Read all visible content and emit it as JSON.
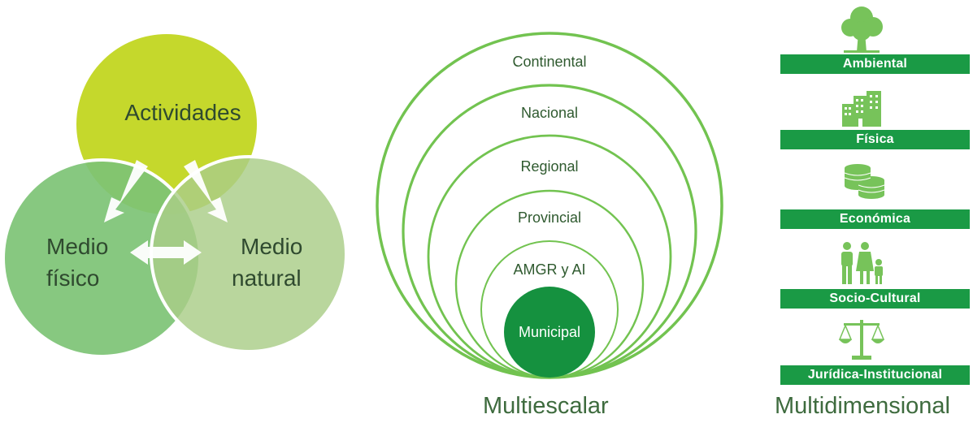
{
  "venn": {
    "activities": "Actividades",
    "physical_line1": "Medio",
    "physical_line2": "físico",
    "natural_line1": "Medio",
    "natural_line2": "natural"
  },
  "scales": {
    "levels": [
      "Continental",
      "Nacional",
      "Regional",
      "Provincial",
      "AMGR y AI",
      "Municipal"
    ],
    "caption": "Multiescalar"
  },
  "dimensions": {
    "items": [
      {
        "label": "Ambiental",
        "icon": "tree-icon"
      },
      {
        "label": "Física",
        "icon": "buildings-icon"
      },
      {
        "label": "Económica",
        "icon": "coins-icon"
      },
      {
        "label": "Socio-Cultural",
        "icon": "family-icon"
      },
      {
        "label": "Jurídica-Institucional",
        "icon": "scales-icon"
      }
    ],
    "caption": "Multidimensional"
  },
  "colors": {
    "activities": "#c5d82c",
    "physical": "#7dc375",
    "natural": "#a9cd88",
    "ring": "#72c350",
    "municipal": "#15913f",
    "bar": "#1a9a45",
    "icon": "#77c35a",
    "text": "#2f5a2f"
  }
}
